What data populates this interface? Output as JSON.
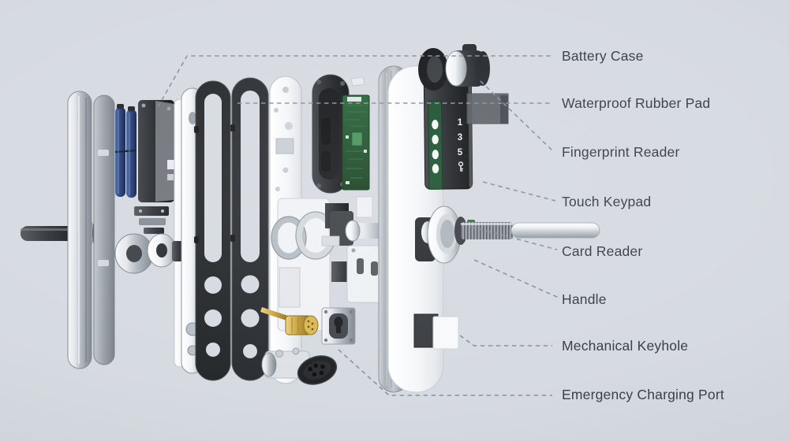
{
  "diagram": {
    "background": "#d6dae1"
  },
  "callouts": [
    {
      "text": "Battery Case"
    },
    {
      "text": "Waterproof Rubber Pad"
    },
    {
      "text": "Fingerprint Reader"
    },
    {
      "text": "Touch Keypad"
    },
    {
      "text": "Card Reader"
    },
    {
      "text": "Handle"
    },
    {
      "text": "Mechanical Keyhole"
    },
    {
      "text": "Emergency Charging Port"
    }
  ],
  "keypad": {
    "visible_keys": [
      "1",
      "3",
      "5"
    ],
    "key_icon": "key-icon"
  },
  "colors": {
    "label_text": "#3a3f46",
    "leader_line": "#8b929b",
    "battery_blue": "#2f4c8c",
    "pcb_green": "#1d5230",
    "brass": "#c49e3c",
    "rubber_black": "#26292c",
    "chrome_light": "#eef1f4",
    "panel_white": "#f7f9fb"
  }
}
